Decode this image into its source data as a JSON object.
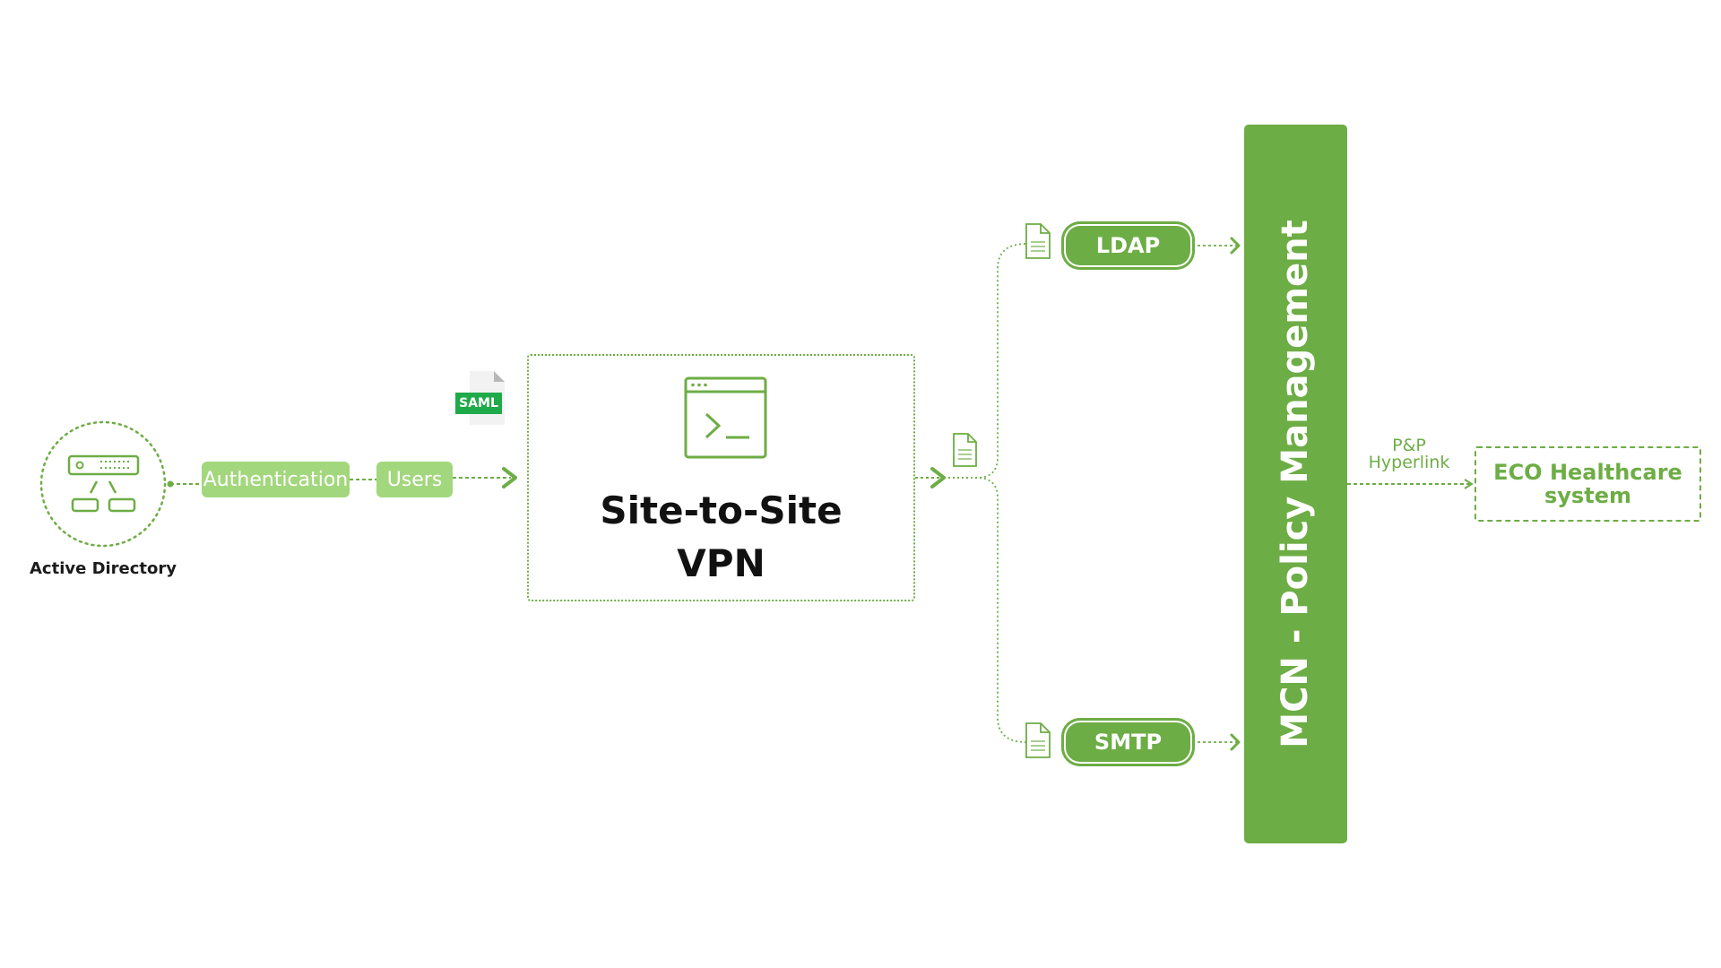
{
  "nodes": {
    "active_directory": "Active Directory",
    "authentication": "Authentication",
    "users": "Users",
    "saml": "SAML",
    "vpn_line1": "Site-to-Site",
    "vpn_line2": "VPN",
    "ldap": "LDAP",
    "smtp": "SMTP",
    "policy": "MCN - Policy Management",
    "link_line1": "P&P",
    "link_line2": "Hyperlink",
    "eco_line1": "ECO Healthcare",
    "eco_line2": "system"
  },
  "icons": {
    "active_directory": "server-network-icon",
    "vpn": "terminal-window-icon",
    "document": "document-icon",
    "saml_file": "saml-file-icon"
  },
  "colors": {
    "accent": "#6dad45",
    "accent_light": "#a3d77d",
    "saml": "#1faa4a",
    "text": "#111111"
  }
}
